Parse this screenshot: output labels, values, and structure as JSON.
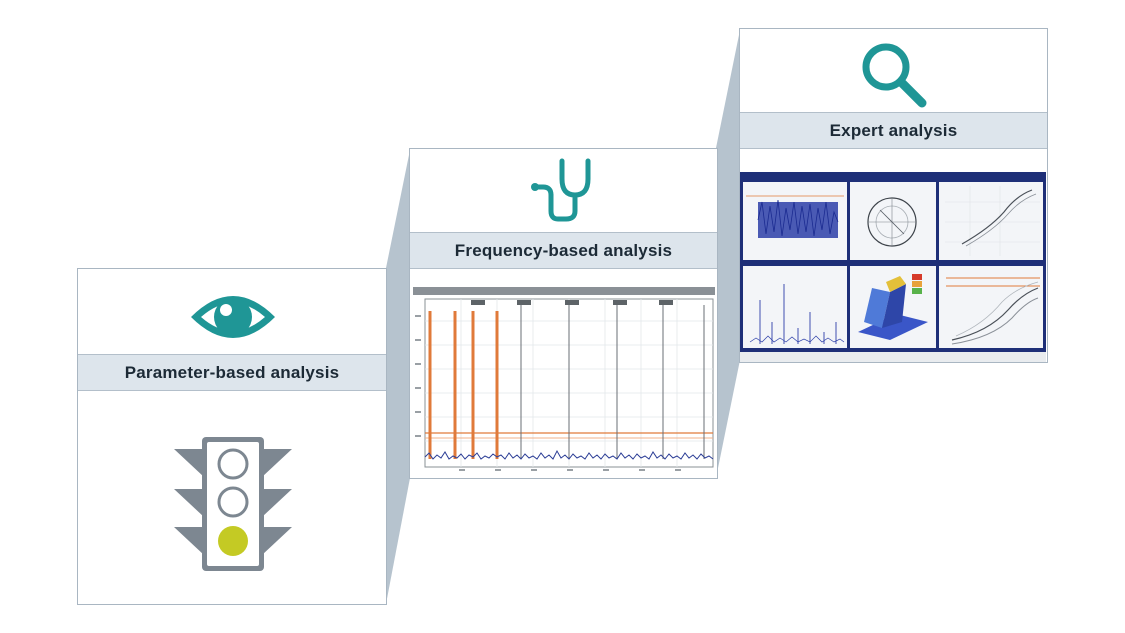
{
  "stages": [
    {
      "label": "Parameter-based analysis",
      "icon": "eye-icon",
      "illustration": "traffic-light-icon"
    },
    {
      "label": "Frequency-based analysis",
      "icon": "stethoscope-icon",
      "illustration": "frequency-spectrum-screenshot"
    },
    {
      "label": "Expert analysis",
      "icon": "magnifier-icon",
      "illustration": "expert-analysis-dashboard-screenshot"
    }
  ],
  "colors": {
    "accent_teal": "#1f9696",
    "band_fill": "#dde5ec",
    "border": "#a9b6c2",
    "connector": "#b6c3ce",
    "traffic_light_body": "#7d8791",
    "traffic_light_active": "#c4ca24",
    "spectrum_line": "#2c3e96",
    "spectrum_peak": "#e07a3a"
  }
}
